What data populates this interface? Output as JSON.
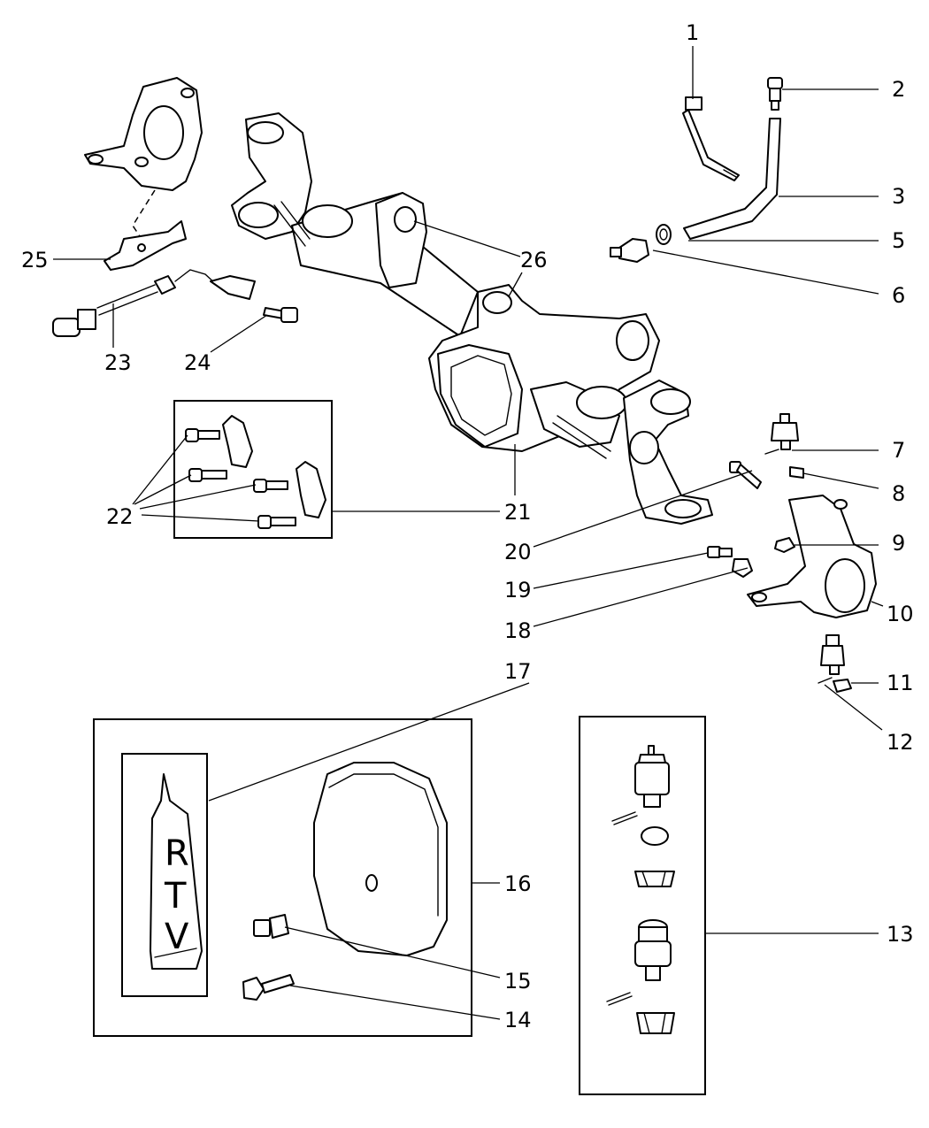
{
  "callouts": [
    {
      "id": "c1",
      "text": "1"
    },
    {
      "id": "c2",
      "text": "2"
    },
    {
      "id": "c3",
      "text": "3"
    },
    {
      "id": "c5",
      "text": "5"
    },
    {
      "id": "c6",
      "text": "6"
    },
    {
      "id": "c7",
      "text": "7"
    },
    {
      "id": "c8",
      "text": "8"
    },
    {
      "id": "c9",
      "text": "9"
    },
    {
      "id": "c10",
      "text": "10"
    },
    {
      "id": "c11",
      "text": "11"
    },
    {
      "id": "c12",
      "text": "12"
    },
    {
      "id": "c13",
      "text": "13"
    },
    {
      "id": "c14",
      "text": "14"
    },
    {
      "id": "c15",
      "text": "15"
    },
    {
      "id": "c16",
      "text": "16"
    },
    {
      "id": "c17",
      "text": "17"
    },
    {
      "id": "c18",
      "text": "18"
    },
    {
      "id": "c19",
      "text": "19"
    },
    {
      "id": "c20",
      "text": "20"
    },
    {
      "id": "c21a",
      "text": "21"
    },
    {
      "id": "c21b",
      "text": "21"
    },
    {
      "id": "c22",
      "text": "22"
    },
    {
      "id": "c23",
      "text": "23"
    },
    {
      "id": "c24",
      "text": "24"
    },
    {
      "id": "c25",
      "text": "25"
    },
    {
      "id": "c26",
      "text": "26"
    }
  ],
  "tube_label": {
    "r": "R",
    "t": "T",
    "v": "V"
  }
}
